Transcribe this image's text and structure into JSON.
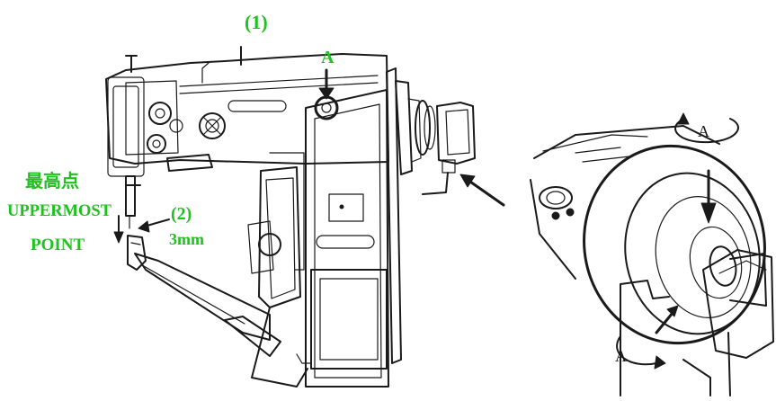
{
  "labels": {
    "figure_number_1": "(1)",
    "label_a_top": "A",
    "uppermost_cn": "最高点",
    "uppermost_en_line1": "UPPERMOST",
    "uppermost_en_line2": "POINT",
    "figure_number_2": "(2)",
    "distance": "3mm",
    "label_a_right_top": "A",
    "label_a_right_bottom": "A"
  },
  "colors": {
    "annotation_green": "#1fc11f",
    "line_art": "#1a1a1a",
    "background": "#ffffff"
  }
}
